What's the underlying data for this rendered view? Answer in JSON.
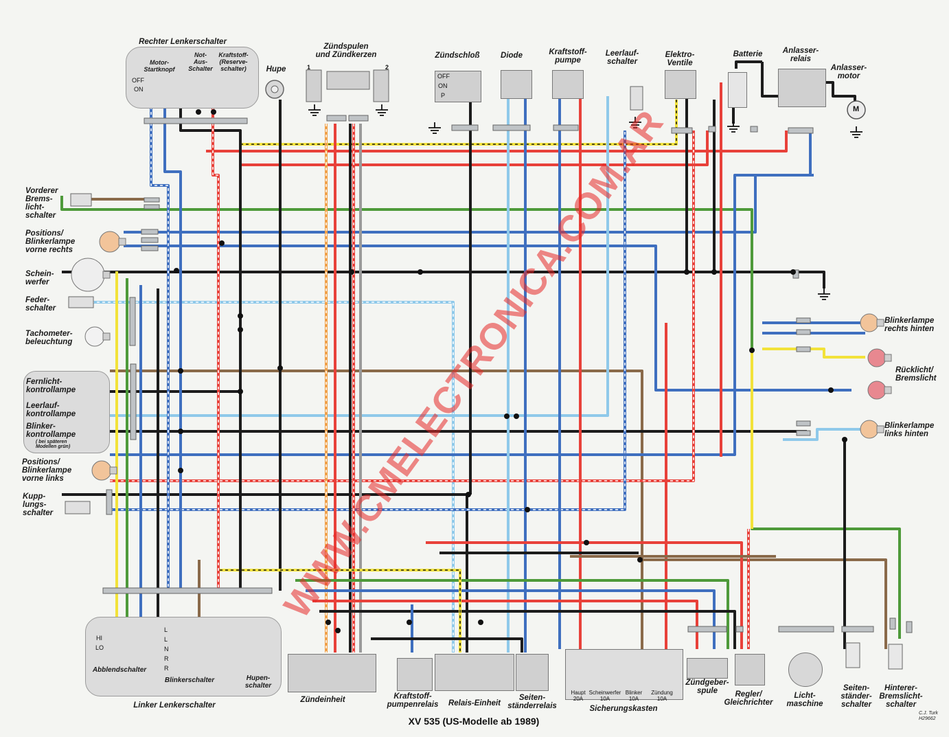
{
  "diagram": {
    "title": "XV 535 (US-Modelle ab 1989)",
    "credit": "C.J. Turk\nH29662",
    "watermark": "WWW.CMELECTRONICA.COM.AR",
    "colors": {
      "red": "#e8413a",
      "black": "#1c1c1c",
      "blue": "#3f6fbf",
      "lightblue": "#8fc9ea",
      "green": "#4e9a3a",
      "yellow": "#f2e23a",
      "brown": "#8a6a4a",
      "orange": "#f0a048",
      "gray": "#9a9a9a",
      "pink": "#f2a9b8"
    }
  },
  "components": {
    "rechter_lenkerschalter": "Rechter Lenkerschalter",
    "motor_startknopf": "Motor-\nStartknopf",
    "not_aus_schalter": "Not-\nAus-\nSchalter",
    "kraftstoff_reserveschalter": "Kraftstoff-\n(Reserve-\nschalter)",
    "off": "OFF",
    "on": "ON",
    "hupe": "Hupe",
    "zuendspulen": "Zündspulen\nund Zündkerzen",
    "spule_1": "1",
    "spule_2": "2",
    "zuendschloss": "Zündschloß",
    "zuendschloss_off": "OFF",
    "zuendschloss_on": "ON",
    "zuendschloss_p": "P",
    "diode": "Diode",
    "kraftstoffpumpe": "Kraftstoff-\npumpe",
    "leerlaufschalter": "Leerlauf-\nschalter",
    "elektroventile": "Elektro-\nVentile",
    "batterie": "Batterie",
    "anlasserrelais": "Anlasser-\nrelais",
    "anlassermotor": "Anlasser-\nmotor",
    "motor_symbol": "M",
    "vorderer_bremslichtschalter": "Vorderer\nBrems-\nlicht-\nschalter",
    "positions_blinker_vorne_rechts": "Positions/\nBlinkerlampe\nvorne rechts",
    "scheinwerfer": "Schein-\nwerfer",
    "federschalter": "Feder-\nschalter",
    "tachometerbeleuchtung": "Tachometer-\nbeleuchtung",
    "fernlichtkontrollampe": "Fernlicht-\nkontrollampe",
    "leerlaufkontrollampe": "Leerlauf-\nkontrollampe",
    "blinkerkontrollampe": "Blinker-\nkontrollampe",
    "blinker_note": "( bei späteren\nModellen grün)",
    "positions_blinker_vorne_links": "Positions/\nBlinkerlampe\nvorne links",
    "kupplungsschalter": "Kupp-\nlungs-\nschalter",
    "blinkerlampe_rechts_hinten": "Blinkerlampe\nrechts hinten",
    "ruecklicht_bremslicht": "Rücklicht/\nBremslicht",
    "blinkerlampe_links_hinten": "Blinkerlampe\nlinks hinten",
    "abblendschalter": "Abblendschalter",
    "hi": "HI",
    "lo": "LO",
    "blinkerschalter": "Blinkerschalter",
    "blinker_l": "L",
    "blinker_n": "N",
    "blinker_r": "R",
    "hupenschalter": "Hupen-\nschalter",
    "linker_lenkerschalter": "Linker Lenkerschalter",
    "zuendeinheit": "Zündeinheit",
    "kraftstoffpumpenrelais": "Kraftstoff-\npumpenrelais",
    "relais_einheit": "Relais-Einheit",
    "seitenstaenderrelais": "Seiten-\nständerrelais",
    "sicherungskasten": "Sicherungskasten",
    "fuse_haupt": "Haupt\n20A",
    "fuse_scheinwerfer": "Scheinwerfer\n10A",
    "fuse_blinker": "Blinker\n10A",
    "fuse_zuendung": "Zündung\n10A",
    "zuendgeberspule": "Zündgeber-\nspule",
    "regler_gleichrichter": "Regler/\nGleichrichter",
    "lichtmaschine": "Licht-\nmaschine",
    "seitenstaenderschalter": "Seiten-\nständer-\nschalter",
    "hinterer_bremslichtschalter": "Hinterer-\nBremslicht-\nschalter"
  }
}
